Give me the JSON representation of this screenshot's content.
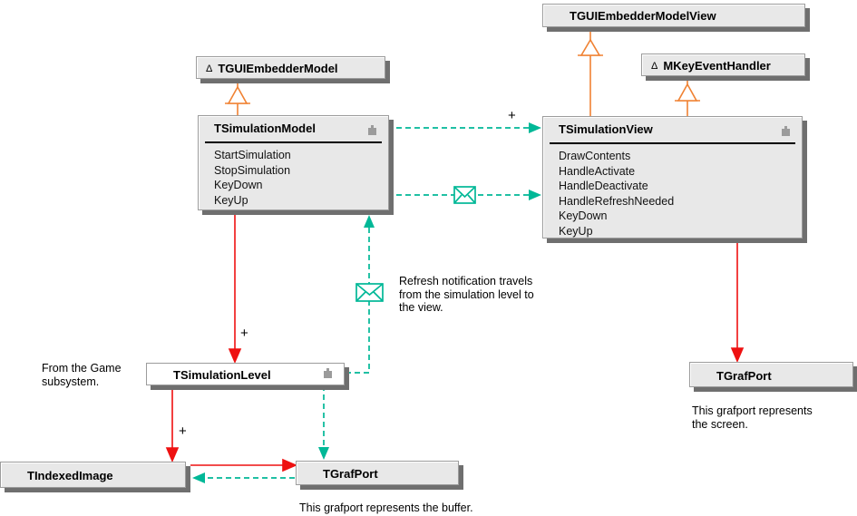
{
  "classes": {
    "tgui_embedder_model_view": {
      "name": "TGUIEmbedderModelView"
    },
    "tgui_embedder_model": {
      "name": "TGUIEmbedderModel",
      "abstract_marker": "Δ"
    },
    "m_key_event_handler": {
      "name": "MKeyEventHandler",
      "abstract_marker": "Δ"
    },
    "t_simulation_model": {
      "name": "TSimulationModel",
      "methods": [
        "StartSimulation",
        "StopSimulation",
        "KeyDown",
        "KeyUp"
      ]
    },
    "t_simulation_view": {
      "name": "TSimulationView",
      "methods": [
        "DrawContents",
        "HandleActivate",
        "HandleDeactivate",
        "HandleRefreshNeeded",
        "KeyDown",
        "KeyUp"
      ]
    },
    "t_simulation_level": {
      "name": "TSimulationLevel"
    },
    "t_grafport_screen": {
      "name": "TGrafPort"
    },
    "t_indexed_image": {
      "name": "TIndexedImage"
    },
    "t_grafport_buffer": {
      "name": "TGrafPort"
    }
  },
  "annotations": {
    "refresh_note": {
      "line1": "Refresh notification travels",
      "line2": "from the simulation level to",
      "line3": "the view."
    },
    "game_note": {
      "line1": "From the Game",
      "line2": "subsystem."
    },
    "screen_note": {
      "line1": "This grafport represents",
      "line2": "the screen."
    },
    "buffer_note": {
      "line1": "This grafport represents the buffer."
    }
  },
  "labels": {
    "plus": "+"
  },
  "colors": {
    "inheritance_line": "#f08233",
    "association_line": "#ee1111",
    "message_line": "#00b897",
    "box_fill": "#e8e8e8",
    "box_shadow": "#6f6f6f",
    "marker_gray": "#9b9b9b"
  }
}
